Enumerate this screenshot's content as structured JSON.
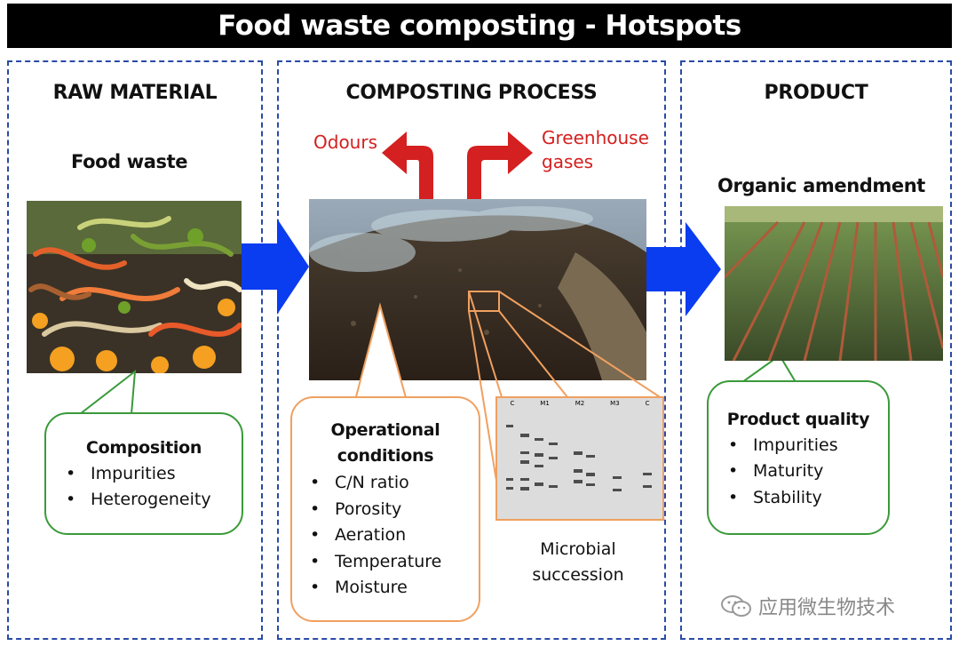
{
  "title": "Food waste composting - Hotspots",
  "raw_material": {
    "heading": "RAW MATERIAL",
    "subheading": "Food waste",
    "callout": {
      "title": "Composition",
      "items": [
        "Impurities",
        "Heterogeneity"
      ]
    }
  },
  "process": {
    "heading": "COMPOSTING PROCESS",
    "emission_left": "Odours",
    "emission_right_line1": "Greenhouse",
    "emission_right_line2": "gases",
    "callout": {
      "title_line1": "Operational",
      "title_line2": "conditions",
      "items": [
        "C/N ratio",
        "Porosity",
        "Aeration",
        "Temperature",
        "Moisture"
      ]
    },
    "gel_lanes": [
      "C",
      "M1",
      "M2",
      "M3",
      "C"
    ],
    "micro_line1": "Microbial",
    "micro_line2": "succession"
  },
  "product": {
    "heading": "PRODUCT",
    "subheading": "Organic amendment",
    "callout": {
      "title": "Product quality",
      "items": [
        "Impurities",
        "Maturity",
        "Stability"
      ]
    }
  },
  "watermark": "应用微生物技术",
  "colors": {
    "panel_border": "#2a4aa8",
    "flow_arrow": "#0a3cf0",
    "emission_arrow": "#d42020",
    "green_callout": "#3a9a3a",
    "orange_callout": "#f0a060"
  }
}
